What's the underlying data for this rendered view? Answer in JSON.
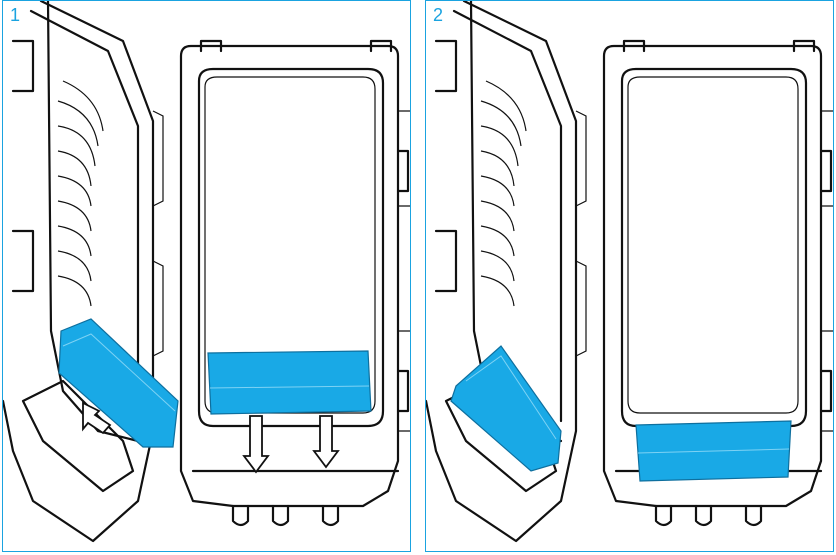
{
  "steps": [
    {
      "number": "1",
      "highlight_color": "#19a9e6",
      "arrows": 3
    },
    {
      "number": "2",
      "highlight_color": "#19a9e6",
      "arrows": 0
    }
  ],
  "frame_color": "#1aa3e0"
}
